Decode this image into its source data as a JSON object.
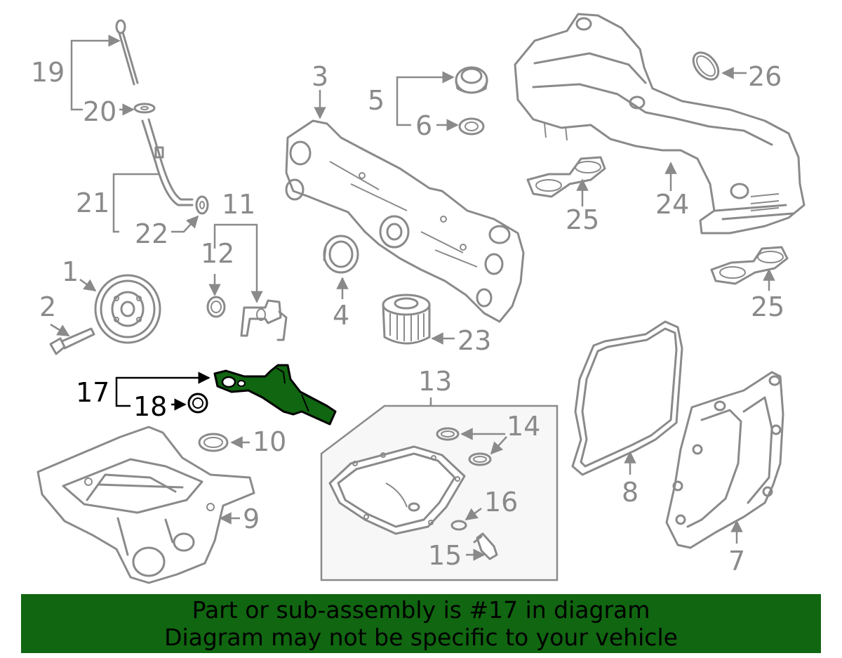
{
  "callouts": {
    "c1": "1",
    "c2": "2",
    "c3": "3",
    "c4": "4",
    "c5": "5",
    "c6": "6",
    "c7": "7",
    "c8": "8",
    "c9": "9",
    "c10": "10",
    "c11": "11",
    "c12": "12",
    "c13": "13",
    "c14": "14",
    "c15": "15",
    "c16": "16",
    "c17": "17",
    "c18": "18",
    "c19": "19",
    "c20": "20",
    "c21": "21",
    "c22": "22",
    "c23": "23",
    "c24": "24",
    "c25a": "25",
    "c25b": "25",
    "c26": "26"
  },
  "highlight": {
    "part_number": "17",
    "color": "#116611"
  },
  "colors": {
    "line": "#8a8a8a",
    "highlight_line": "#000000",
    "banner_bg": "#116611"
  },
  "banner": {
    "line1": "Part or sub-assembly is #17 in diagram",
    "line2": "Diagram may not be specific to your vehicle"
  }
}
